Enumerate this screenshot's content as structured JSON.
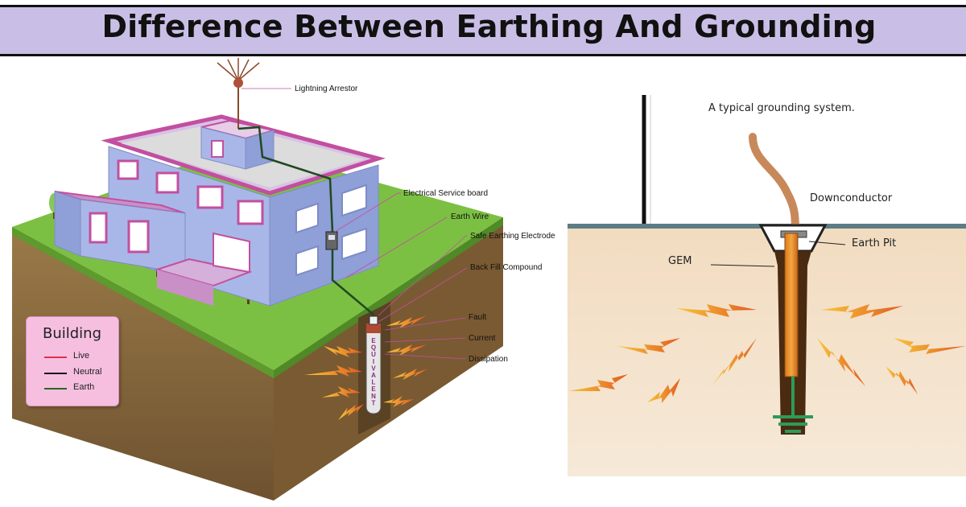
{
  "banner": {
    "title": "Difference Between Earthing And Grounding"
  },
  "left_diagram": {
    "labels": {
      "lightning_arrestor": "Lightning Arrestor",
      "service_board": "Electrical Service board",
      "earth_wire": "Earth Wire",
      "electrode": "Safe Earthing Electrode",
      "backfill": "Back Fill Compound",
      "fault": "Fault",
      "current": "Current",
      "dissipation": "Dissipation"
    },
    "electrode_brand": [
      "E",
      "Q",
      "U",
      "I",
      "V",
      "A",
      "L",
      "E",
      "N",
      "T"
    ],
    "legend": {
      "title": "Building",
      "items": [
        {
          "label": "Live",
          "color": "#e0304a"
        },
        {
          "label": "Neutral",
          "color": "#111111"
        },
        {
          "label": "Earth",
          "color": "#1f6b1f"
        }
      ]
    }
  },
  "right_diagram": {
    "title": "A typical grounding system.",
    "labels": {
      "downconductor": "Downconductor",
      "earth_pit": "Earth Pit",
      "gem": "GEM"
    }
  },
  "colors": {
    "banner_bg": "#c9bfe6",
    "soil": "#8a6a3c",
    "grass": "#7cc043",
    "building_wall": "#a9b7e8",
    "building_trim": "#c24fa0",
    "ground_bg": "#f4e2cc"
  }
}
